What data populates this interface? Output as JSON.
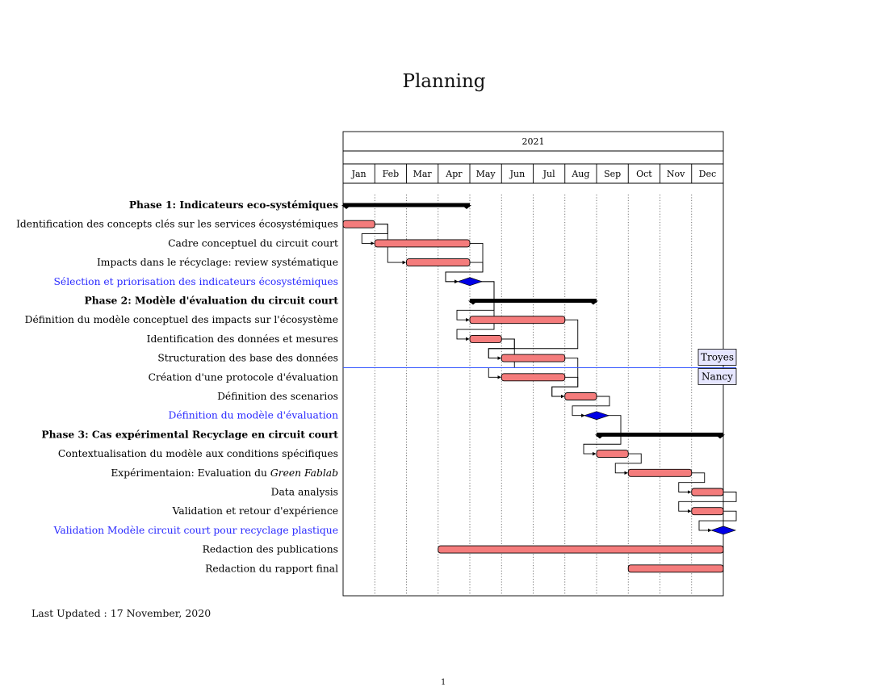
{
  "page": {
    "title": "Planning",
    "last_updated_label": "Last Updated : 17 November, 2020",
    "page_number": "1"
  },
  "chart_data": {
    "type": "gantt",
    "title": "Planning",
    "year": "2021",
    "months": [
      "Jan",
      "Feb",
      "Mar",
      "Apr",
      "May",
      "Jun",
      "Jul",
      "Aug",
      "Sep",
      "Oct",
      "Nov",
      "Dec"
    ],
    "colors": {
      "task": "#f47c7c",
      "milestone": "#0000e6",
      "group": "#000000",
      "milestone_label": "#2a2aff",
      "today_line": "#3355ff",
      "note_fill": "#e6e6ff"
    },
    "items": [
      {
        "kind": "group",
        "label": "Phase 1: Indicateurs eco-systémiques",
        "start": 1,
        "end": 4
      },
      {
        "kind": "task",
        "label": "Identification des concepts clés sur les services écosystémiques",
        "start": 1,
        "end": 1
      },
      {
        "kind": "task",
        "label": "Cadre conceptuel du circuit court",
        "start": 2,
        "end": 4
      },
      {
        "kind": "task",
        "label": "Impacts dans le récyclage: review systématique",
        "start": 3,
        "end": 4
      },
      {
        "kind": "milestone",
        "label": "Sélection et priorisation des indicateurs écosystémiques",
        "at": 5
      },
      {
        "kind": "group",
        "label": "Phase 2: Modèle d'évaluation du circuit court",
        "start": 5,
        "end": 8
      },
      {
        "kind": "task",
        "label": "Définition du modèle conceptuel des impacts sur l'écosystème",
        "start": 5,
        "end": 7
      },
      {
        "kind": "task",
        "label": "Identification des données et mesures",
        "start": 5,
        "end": 5
      },
      {
        "kind": "task",
        "label": "Structuration des base des données",
        "start": 6,
        "end": 7
      },
      {
        "kind": "task",
        "label": "Création d'une protocole d'évaluation",
        "start": 6,
        "end": 7
      },
      {
        "kind": "task",
        "label": "Définition des scenarios",
        "start": 8,
        "end": 8
      },
      {
        "kind": "milestone",
        "label": "Définition du modèle d'évaluation",
        "at": 9
      },
      {
        "kind": "group",
        "label": "Phase 3: Cas expérimental Recyclage en circuit court",
        "start": 9,
        "end": 12
      },
      {
        "kind": "task",
        "label": "Contextualisation du modèle aux conditions spécifiques",
        "start": 9,
        "end": 9
      },
      {
        "kind": "task",
        "label": "Expérimentaion: Evaluation du Green Fablab",
        "label_plain": "Expérimentaion: Evaluation du ",
        "label_italic": "Green Fablab",
        "start": 10,
        "end": 11
      },
      {
        "kind": "task",
        "label": "Data analysis",
        "start": 12,
        "end": 12
      },
      {
        "kind": "task",
        "label": "Validation et retour d'expérience",
        "start": 12,
        "end": 12
      },
      {
        "kind": "milestone",
        "label": "Validation Modèle circuit court pour recyclage plastique",
        "at": 13
      },
      {
        "kind": "task",
        "label": "Redaction des publications",
        "start": 4,
        "end": 12
      },
      {
        "kind": "task",
        "label": "Redaction du rapport final",
        "start": 10,
        "end": 12
      }
    ],
    "links": [
      [
        1,
        2
      ],
      [
        1,
        3
      ],
      [
        2,
        4
      ],
      [
        3,
        4
      ],
      [
        4,
        6
      ],
      [
        4,
        7
      ],
      [
        6,
        8
      ],
      [
        7,
        9
      ],
      [
        7,
        8
      ],
      [
        8,
        10
      ],
      [
        9,
        10
      ],
      [
        10,
        11
      ],
      [
        11,
        13
      ],
      [
        13,
        14
      ],
      [
        14,
        15
      ],
      [
        15,
        16
      ],
      [
        16,
        17
      ]
    ],
    "today_line": {
      "after_row": 8,
      "labels": [
        "Troyes",
        "Nancy"
      ]
    }
  }
}
